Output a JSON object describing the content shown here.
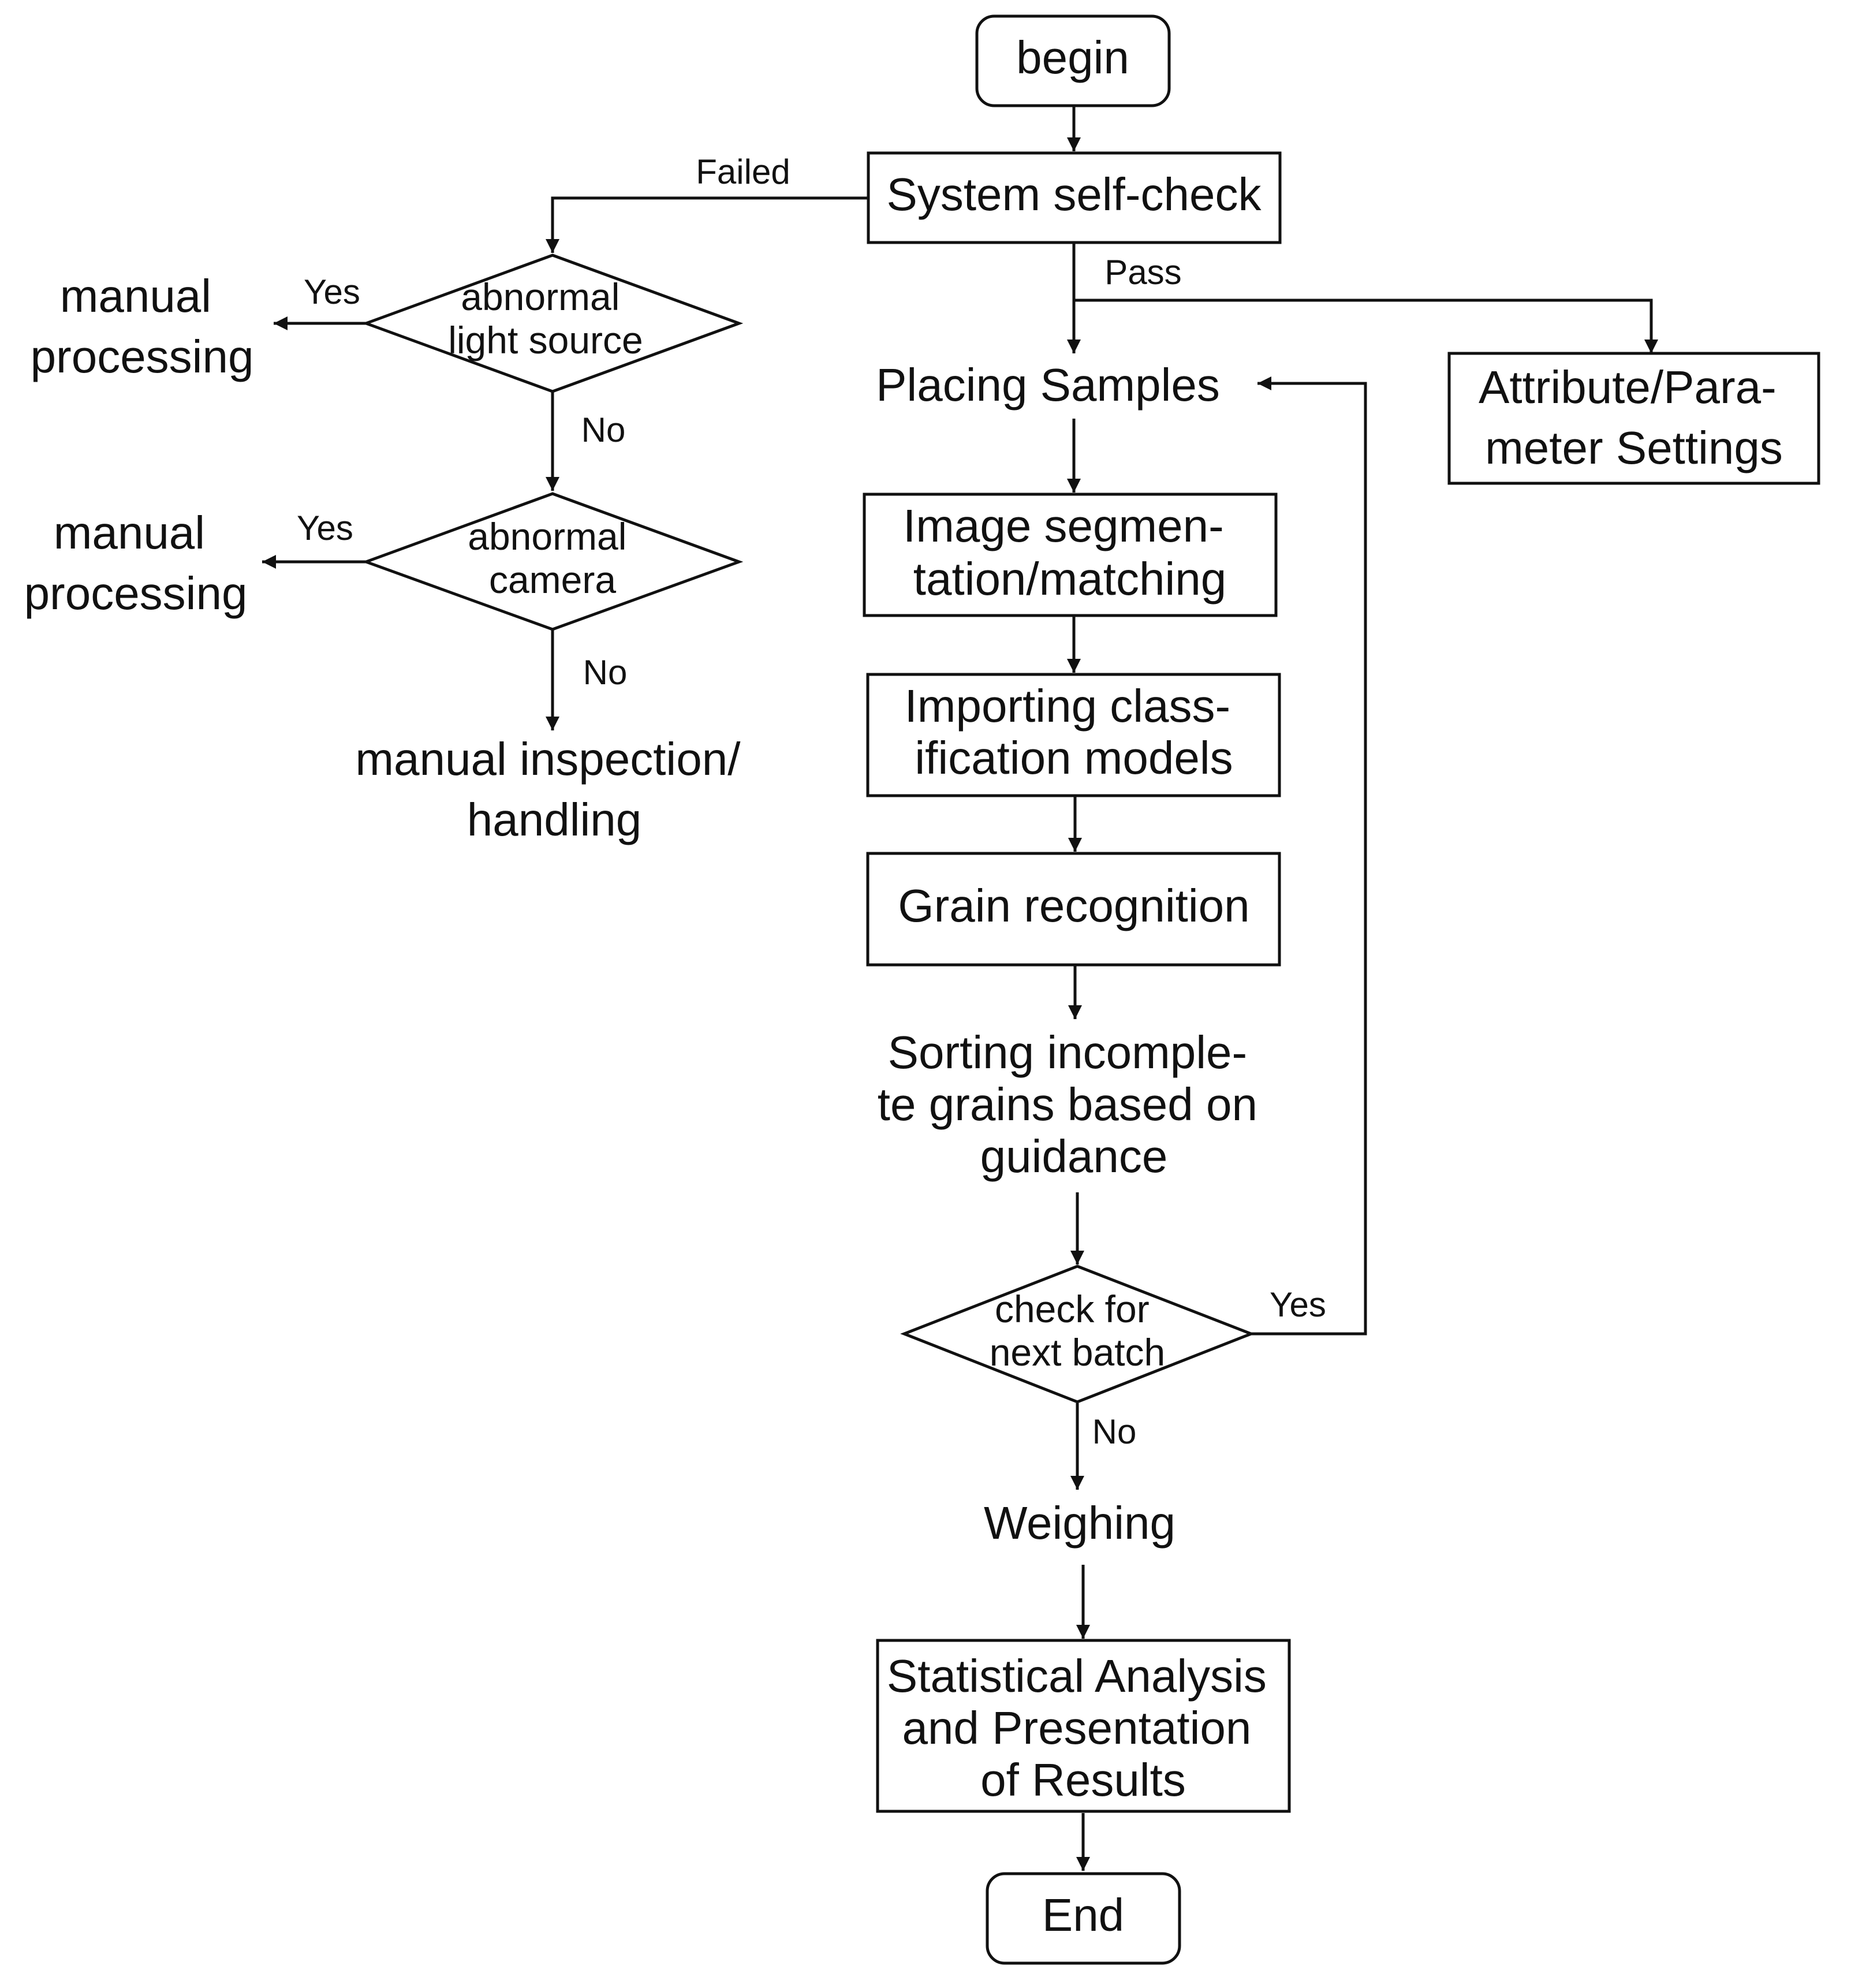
{
  "nodes": {
    "begin": "begin",
    "self_check": "System self-check",
    "light_source": [
      "abnormal",
      "light source"
    ],
    "camera": [
      "abnormal",
      "camera"
    ],
    "manual_processing_1": [
      "manual",
      "processing"
    ],
    "manual_processing_2": [
      "manual",
      "processing"
    ],
    "manual_inspection": [
      "manual inspection/",
      "handling"
    ],
    "placing_samples": "Placing Samples",
    "attribute_settings": [
      "Attribute/Para-",
      "meter Settings"
    ],
    "segmentation": [
      "Image segmen-",
      "tation/matching"
    ],
    "importing_models": [
      "Importing class-",
      "ification models"
    ],
    "grain_recognition": "Grain recognition",
    "sorting": [
      "Sorting incomple-",
      "te grains based on",
      "guidance"
    ],
    "next_batch": [
      "check for",
      "next batch"
    ],
    "weighing": "Weighing",
    "statistical_analysis": [
      "Statistical Analysis",
      "and Presentation",
      "of Results"
    ],
    "end": "End"
  },
  "edge_labels": {
    "failed": "Failed",
    "pass": "Pass",
    "yes_light": "Yes",
    "no_light": "No",
    "yes_camera": "Yes",
    "no_camera": "No",
    "yes_batch": "Yes",
    "no_batch": "No"
  },
  "colors": {
    "stroke": "#111111",
    "background": "#ffffff"
  }
}
